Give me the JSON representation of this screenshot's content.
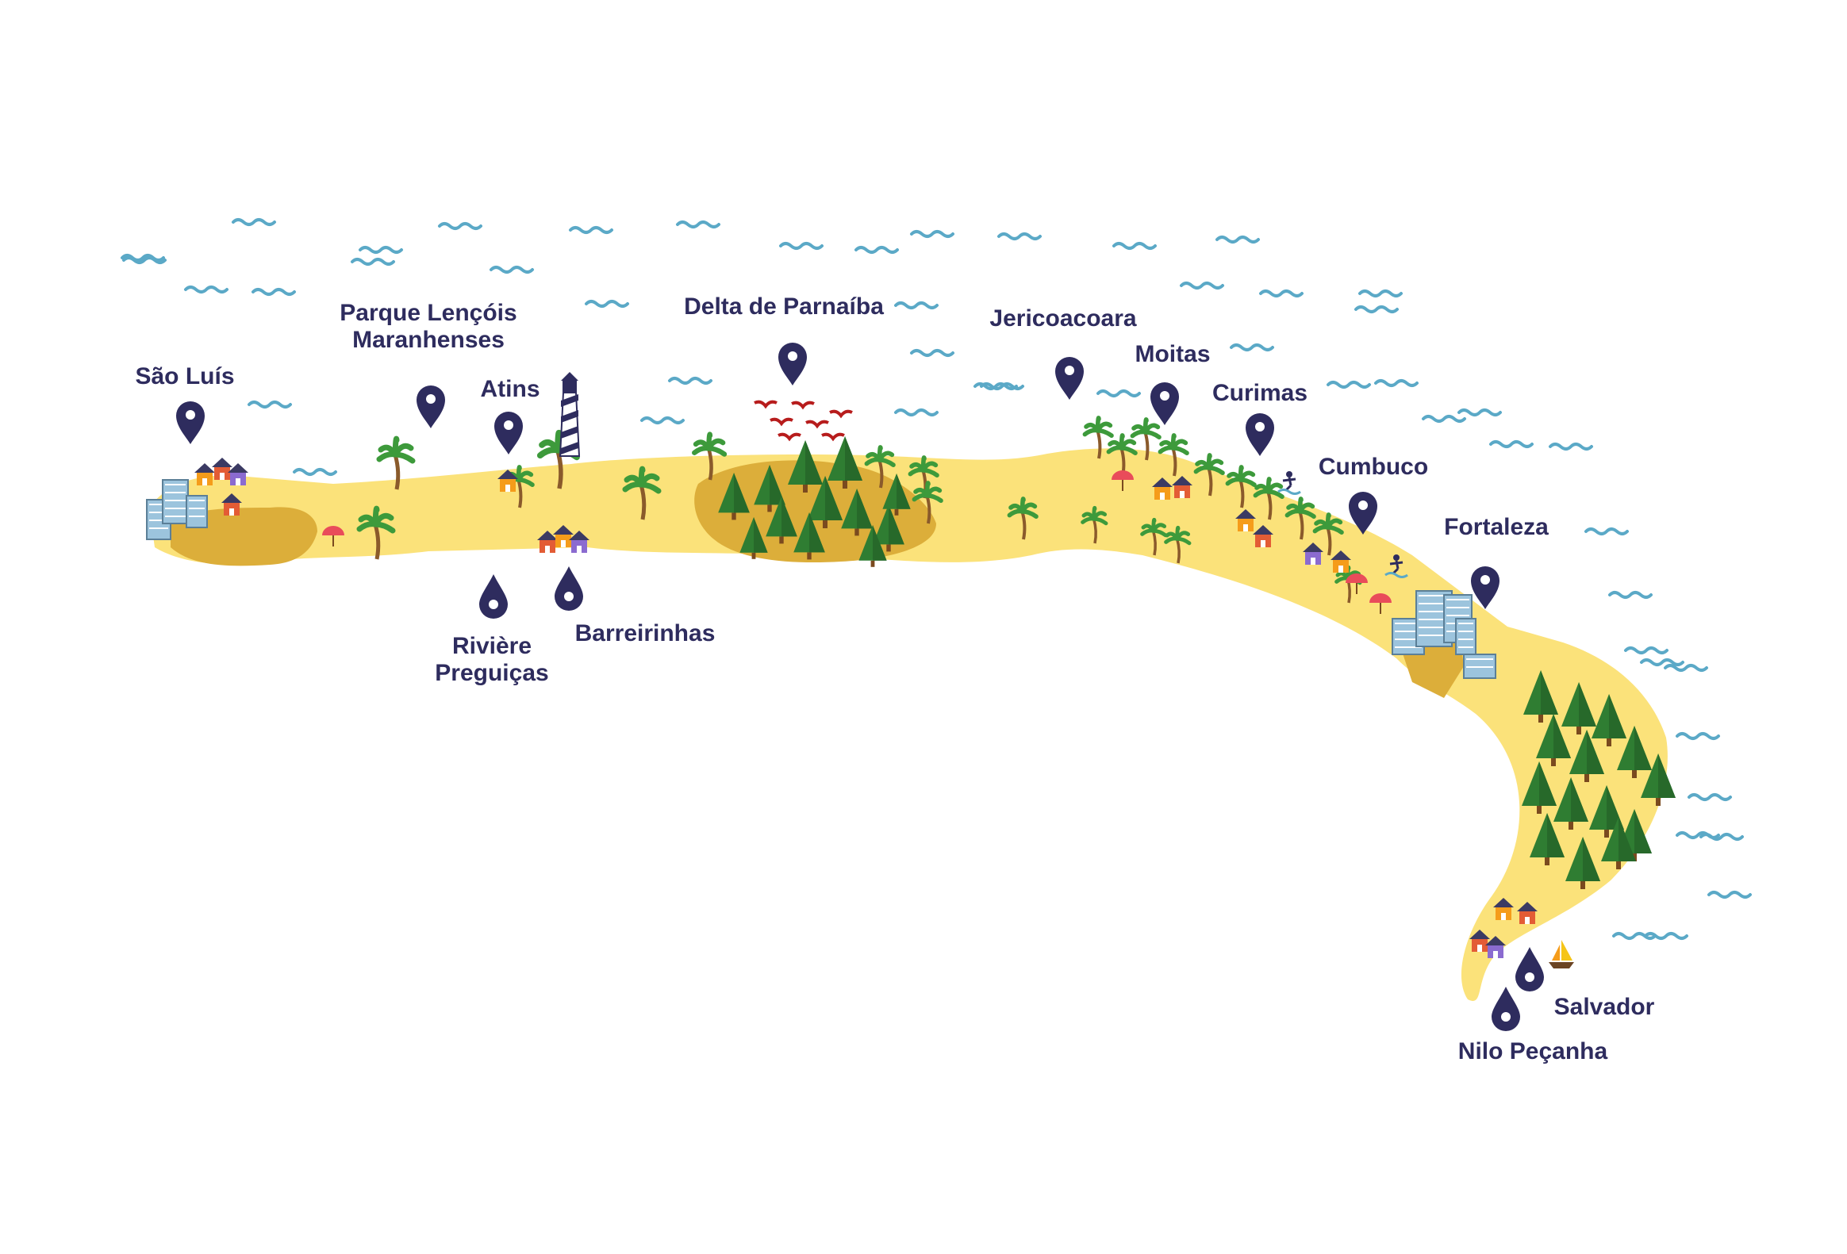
{
  "colors": {
    "land": "#fbe27a",
    "land_dark": "#dcae3a",
    "pin": "#2e2c5e",
    "label": "#2e2c5e",
    "wave": "#5ba9c7",
    "palm_leaf": "#3d9a3b",
    "tree": "#2f7d32",
    "bird": "#b71c1c",
    "water": "#7ec3d6"
  },
  "icons": {
    "pin": "map-pin-icon",
    "drop_pin": "drop-pin-icon",
    "palm": "palm-tree-icon",
    "pine": "pine-tree-icon",
    "lighthouse": "lighthouse-icon",
    "bird": "bird-icon",
    "house": "house-icon",
    "building": "building-icon",
    "umbrella": "beach-umbrella-icon",
    "surfer": "surfer-icon",
    "sailboat": "sailboat-icon",
    "wave": "wave-icon"
  },
  "locations": [
    {
      "id": "sao-luis",
      "name": "São Luís",
      "pin": "pin"
    },
    {
      "id": "parque-lencois",
      "name": "Parque Lençóis\nMaranhenses",
      "pin": "pin"
    },
    {
      "id": "atins",
      "name": "Atins",
      "pin": "pin"
    },
    {
      "id": "riviere-preguicas",
      "name": "Rivière\nPreguiças",
      "pin": "drop"
    },
    {
      "id": "barreirinhas",
      "name": "Barreirinhas",
      "pin": "drop"
    },
    {
      "id": "delta-parnaiba",
      "name": "Delta de Parnaíba",
      "pin": "pin"
    },
    {
      "id": "jericoacoara",
      "name": "Jericoacoara",
      "pin": "pin"
    },
    {
      "id": "moitas",
      "name": "Moitas",
      "pin": "pin"
    },
    {
      "id": "curimas",
      "name": "Curimas",
      "pin": "pin"
    },
    {
      "id": "cumbuco",
      "name": "Cumbuco",
      "pin": "pin"
    },
    {
      "id": "fortaleza",
      "name": "Fortaleza",
      "pin": "pin"
    },
    {
      "id": "salvador",
      "name": "Salvador",
      "pin": "drop"
    },
    {
      "id": "nilo-pecanha",
      "name": "Nilo Peçanha",
      "pin": "drop"
    }
  ]
}
